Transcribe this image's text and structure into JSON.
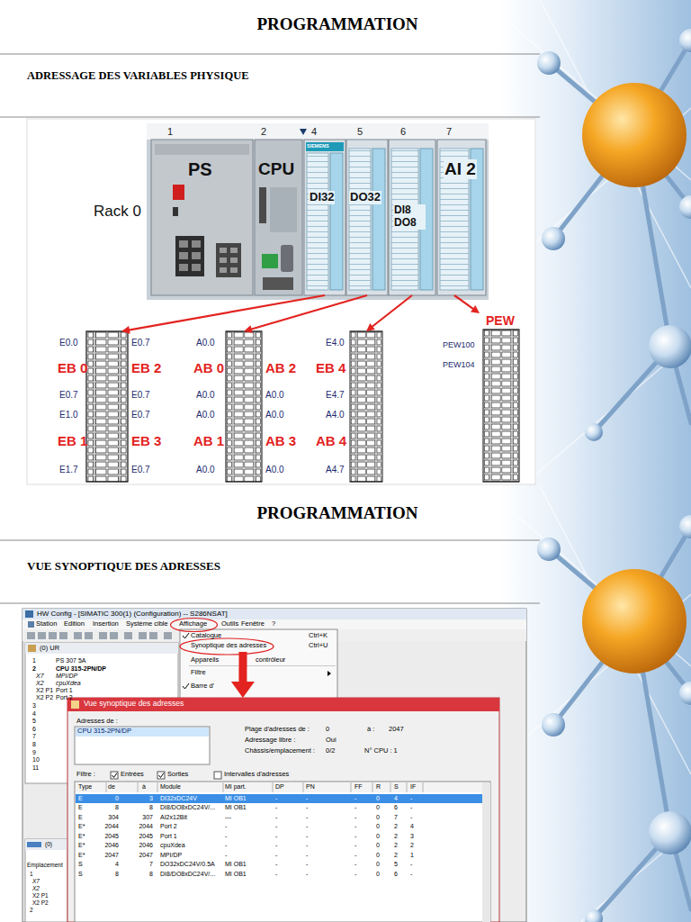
{
  "diagram": {
    "title": "PROGRAMMATION",
    "nodes": [
      {
        "text": [
          "Rack 0"
        ]
      },
      {
        "text": [
          "1",
          "PS"
        ],
        "in": 0
      },
      {
        "text": [
          "2",
          "CPU"
        ],
        "in": 0
      },
      {
        "text": [
          "4",
          "DI32"
        ],
        "in": 0
      },
      {
        "text": [
          "5",
          "DO32"
        ],
        "in": 0
      },
      {
        "text": [
          "6",
          "DI8 DO8"
        ],
        "in": 0
      },
      {
        "text": [
          "7",
          "AI 2"
        ],
        "in": 0
      },
      {
        "text": [
          "E0.0",
          "E0.7",
          "EB 0",
          "EB 2",
          "E0.7",
          "E0.7",
          "E1.0",
          "E0.7",
          "EB 1",
          "EB 3",
          "E1.7",
          "E0.7"
        ]
      },
      {
        "text": [
          "A0.0",
          "AB 0",
          "AB 2",
          "A0.0",
          "A0.0",
          "A0.0",
          "A0.0",
          "AB 1",
          "AB 3",
          "A0.0",
          "A0.0"
        ]
      },
      {
        "text": [
          "E4.0",
          "EB 4",
          "E4.7",
          "A4.0",
          "AB 4",
          "A4.7"
        ]
      },
      {
        "text": [
          "PEW",
          "PEW100",
          "PEW104"
        ]
      },
      {
        "text": [
          "HW Config - [SIMATIC 300(1) (Configuration) -- S286NSAT]"
        ]
      },
      {
        "text": [
          "Synoptique des adresses",
          "Ctrl+U"
        ],
        "in": 11
      },
      {
        "text": [
          "Vue synoptique des adresses"
        ]
      }
    ],
    "edges": [
      {
        "from": 3,
        "to": 7,
        "arrow": "to"
      },
      {
        "from": 4,
        "to": 8,
        "arrow": "to"
      },
      {
        "from": 5,
        "to": 9,
        "arrow": "to"
      },
      {
        "from": 6,
        "to": 10,
        "arrow": "to"
      },
      {
        "from": 12,
        "to": 13,
        "arrow": "to"
      }
    ],
    "labels": [
      "ADRESSAGE DES VARIABLES PHYSIQUE",
      "PROGRAMMATION",
      "VUE SYNOPTIQUE DES ADRESSES",
      "Station",
      "Edition",
      "Insertion",
      "Système cible",
      "Affichage",
      "Outils",
      "Fenêtre",
      "?",
      "(0) UR",
      "1",
      "PS 307 5A",
      "2",
      "CPU 315-2PN/DP",
      "X7",
      "MPI/DP",
      "X2",
      "cpuXdea",
      "X2 P1",
      "Port 1",
      "X2 P2",
      "Port 2",
      "3",
      "4",
      "5",
      "6",
      "7",
      "8",
      "9",
      "10",
      "11",
      "Catalogue",
      "Ctrl+K",
      "Appareils",
      "contrôleur",
      "Filtre",
      "Barre d'",
      "Adresses de :",
      "CPU 315-2PN/DP",
      "Plage d'adresses de :",
      "0",
      "à :",
      "2047",
      "Adressage libre :",
      "Oui",
      "Châssis/emplacement :",
      "0/2",
      "N° CPU : 1",
      "Filtre :",
      "Entrées",
      "Sorties",
      "Intervalles d'adresses",
      "Type",
      "de",
      "à",
      "Module",
      "MI part.",
      "DP",
      "PN",
      "FF",
      "R",
      "S",
      "IF",
      "E",
      "0",
      "3",
      "DI32xDC24V",
      "MI OB1",
      "-",
      "-",
      "-",
      "0",
      "4",
      "-",
      "E",
      "8",
      "8",
      "DI8/DO8xDC24V/...",
      "MI OB1",
      "-",
      "-",
      "-",
      "0",
      "6",
      "-",
      "E",
      "304",
      "307",
      "AI2x12Bit",
      "---",
      "-",
      "-",
      "-",
      "0",
      "7",
      "-",
      "E*",
      "2044",
      "2044",
      "Port 2",
      "-",
      "-",
      "-",
      "-",
      "0",
      "2",
      "4",
      "E*",
      "2045",
      "2045",
      "Port 1",
      "-",
      "-",
      "-",
      "-",
      "0",
      "2",
      "3",
      "E*",
      "2046",
      "2046",
      "cpuXdea",
      "-",
      "-",
      "-",
      "-",
      "0",
      "2",
      "2",
      "E*",
      "2047",
      "2047",
      "MPI/DP",
      "-",
      "-",
      "-",
      "-",
      "0",
      "2",
      "1",
      "S",
      "4",
      "7",
      "DO32xDC24V/0.5A",
      "MI OB1",
      "-",
      "-",
      "-",
      "0",
      "5",
      "-",
      "S",
      "8",
      "8",
      "DI8/DO8xDC24V/...",
      "MI OB1",
      "-",
      "-",
      "-",
      "0",
      "6",
      "-",
      "(0)",
      "Emplacement",
      "1",
      "X7",
      "X2",
      "X2 P1",
      "X2 P2",
      "2",
      "SIEMENS"
    ]
  }
}
